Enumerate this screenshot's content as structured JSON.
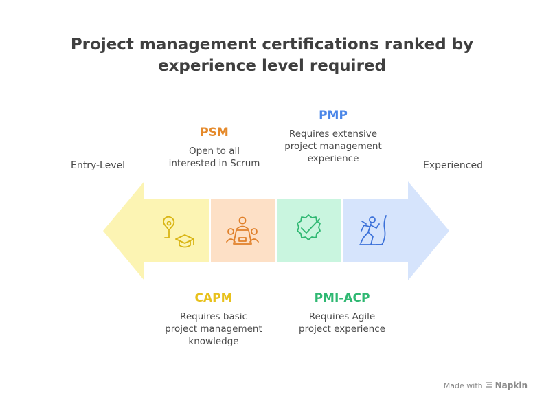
{
  "title": {
    "line1": "Project management certifications ranked by",
    "line2": "experience level required"
  },
  "axis": {
    "left_label": "Entry-Level",
    "right_label": "Experienced"
  },
  "certifications": [
    {
      "name": "CAPM",
      "position": "below",
      "color": "#e8c11c",
      "desc": [
        "Requires basic",
        "project management",
        "knowledge"
      ],
      "icon": "graduation-icon"
    },
    {
      "name": "PSM",
      "position": "above",
      "color": "#e58a2b",
      "desc": [
        "Open to all",
        "interested in Scrum"
      ],
      "icon": "meeting-icon"
    },
    {
      "name": "PMI-ACP",
      "position": "below",
      "color": "#2fb872",
      "desc": [
        "Requires Agile",
        "project experience"
      ],
      "icon": "gear-check-icon"
    },
    {
      "name": "PMP",
      "position": "above",
      "color": "#4a86e8",
      "desc": [
        "Requires extensive",
        "project management",
        "experience"
      ],
      "icon": "climber-icon"
    }
  ],
  "colors": {
    "yellow": "#fcf4b3",
    "orange": "#fde0c6",
    "green": "#c9f5df",
    "blue": "#d6e4fc"
  },
  "footer": {
    "made_with": "Made with",
    "brand": "Napkin"
  }
}
